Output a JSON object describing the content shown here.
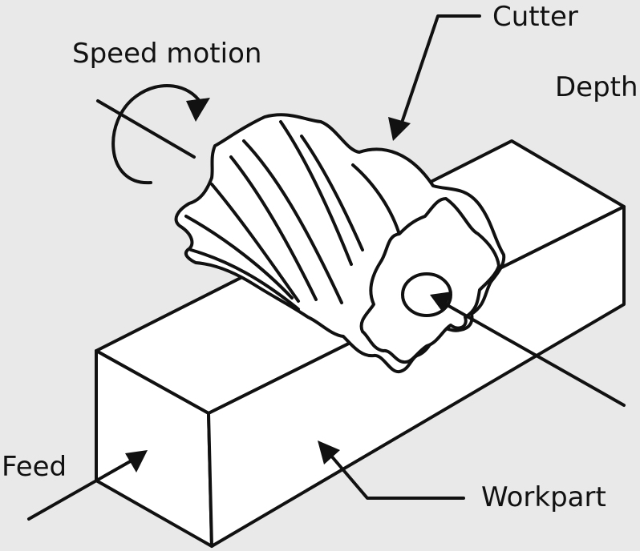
{
  "labels": {
    "speed_motion": "Speed motion",
    "cutter": "Cutter",
    "depth": "Depth",
    "feed": "Feed",
    "workpart": "Workpart"
  }
}
